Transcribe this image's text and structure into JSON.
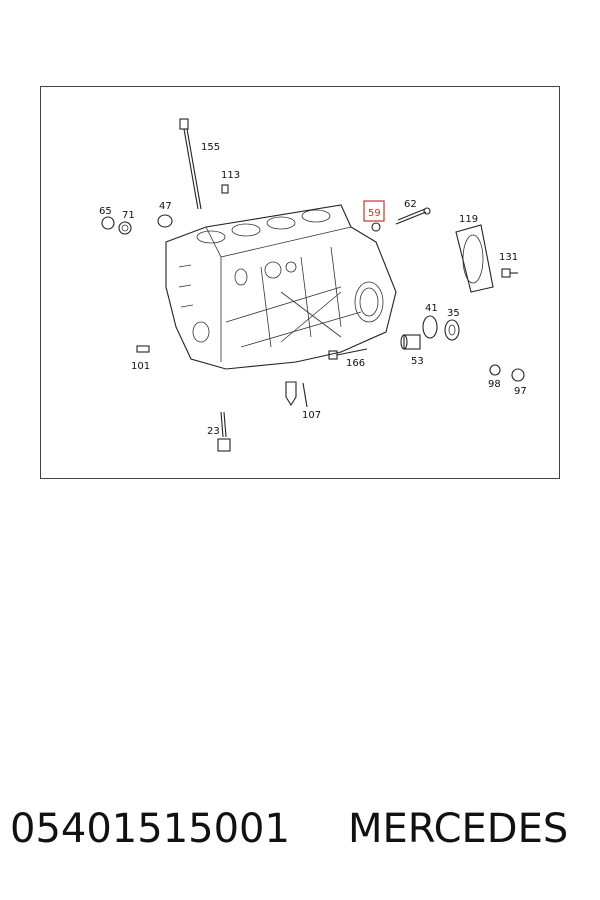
{
  "diagram": {
    "callouts": [
      {
        "id": "155",
        "label": "155"
      },
      {
        "id": "113",
        "label": "113"
      },
      {
        "id": "65",
        "label": "65"
      },
      {
        "id": "71",
        "label": "71"
      },
      {
        "id": "47",
        "label": "47"
      },
      {
        "id": "59",
        "label": "59",
        "highlighted": true
      },
      {
        "id": "62",
        "label": "62"
      },
      {
        "id": "119",
        "label": "119"
      },
      {
        "id": "131",
        "label": "131"
      },
      {
        "id": "41",
        "label": "41"
      },
      {
        "id": "35",
        "label": "35"
      },
      {
        "id": "53",
        "label": "53"
      },
      {
        "id": "101",
        "label": "101"
      },
      {
        "id": "166",
        "label": "166"
      },
      {
        "id": "98",
        "label": "98"
      },
      {
        "id": "97",
        "label": "97"
      },
      {
        "id": "107",
        "label": "107"
      },
      {
        "id": "23",
        "label": "23"
      }
    ],
    "highlight_color": "#c0392b"
  },
  "caption": {
    "part_number": "05401515001",
    "brand": "MERCEDES"
  }
}
